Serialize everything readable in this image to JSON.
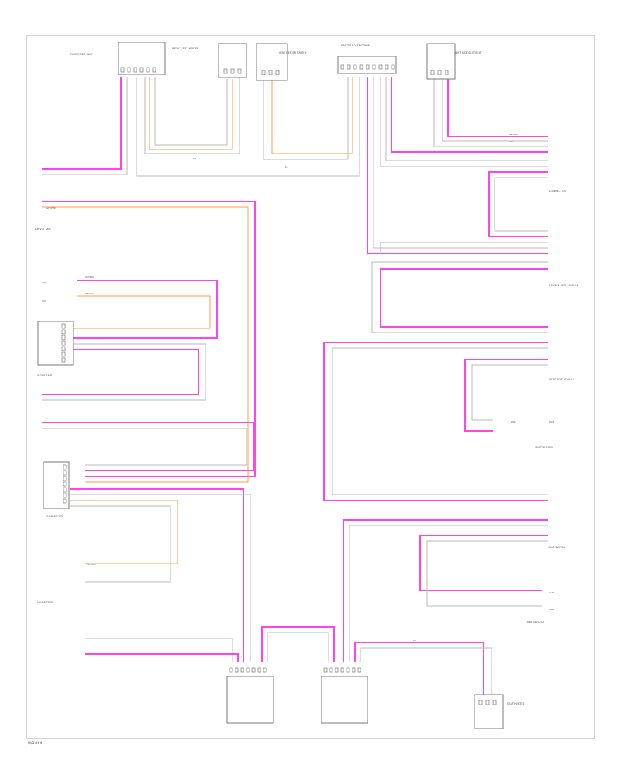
{
  "diagram": {
    "page_number": "W/D-###",
    "colors": {
      "pink": "#ff44ee",
      "orange": "#f2a24a",
      "gray": "#b9b9b9",
      "frame": "#b8b8b8"
    },
    "components": [
      {
        "id": "c1",
        "label": "PASSENGER SEAT"
      },
      {
        "id": "c2",
        "label": "FRONT SEAT HEATER"
      },
      {
        "id": "c3",
        "label": "SEAT HEATER SWITCH"
      },
      {
        "id": "c4",
        "label": "HEATED SEAT MODULE"
      },
      {
        "id": "c5",
        "label": "LEFT SIDE SEAT BELT"
      },
      {
        "id": "c6",
        "label": "CONNECTOR"
      },
      {
        "id": "c7",
        "label": "DRIVER SEAT"
      },
      {
        "id": "c8",
        "label": "HEATED SEAT MODULE"
      },
      {
        "id": "c9",
        "label": "FRONT SEAT"
      },
      {
        "id": "c10",
        "label": "SEAT BELT MODULE"
      },
      {
        "id": "c11",
        "label": "SEAT SENSOR"
      },
      {
        "id": "c12",
        "label": "CONNECTOR"
      },
      {
        "id": "c13",
        "label": "SEAT SWITCH"
      },
      {
        "id": "c14",
        "label": "CONNECTOR"
      },
      {
        "id": "c15",
        "label": "HEATED SEAT"
      },
      {
        "id": "c16",
        "label": "SEAT HEATER"
      }
    ],
    "wire_labels": [
      "PNK/BLK",
      "GRY",
      "PNK",
      "GRY/PNK",
      "ORN/BLK",
      "PNK/GRY",
      "BLK",
      "GRY/WHT"
    ],
    "texts": [
      "B/L",
      "B/L",
      "GND",
      "IGN",
      "PWR",
      "CAN",
      "CAN",
      "B/L"
    ]
  }
}
